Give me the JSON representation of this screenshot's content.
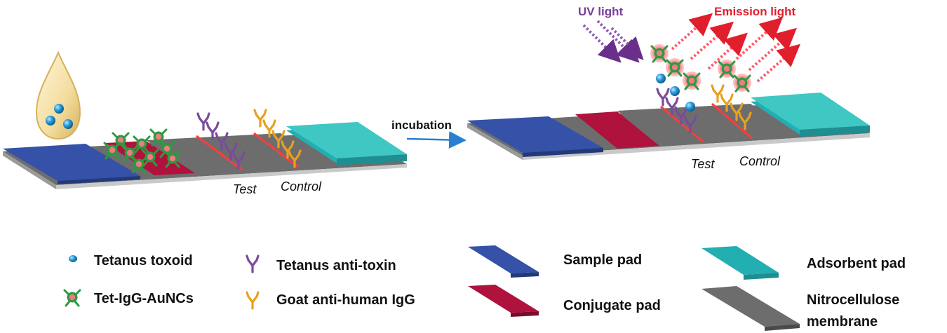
{
  "process": {
    "arrow_label": "incubation"
  },
  "strip_before": {
    "test_label": "Test",
    "control_label": "Control"
  },
  "strip_after": {
    "test_label": "Test",
    "control_label": "Control",
    "uv_label": "UV light",
    "emission_label": "Emission light"
  },
  "legend": {
    "toxoid": "Tetanus toxoid",
    "conjugate": "Tet-IgG-AuNCs",
    "antitoxin": "Tetanus anti-toxin",
    "goat_igg": "Goat anti-human IgG",
    "sample_pad": "Sample pad",
    "conjugate_pad": "Conjugate pad",
    "adsorbent_pad": "Adsorbent pad",
    "nitro_line1": "Nitrocellulose",
    "nitro_line2": "membrane"
  },
  "colors": {
    "sample_pad": "#3552a8",
    "conjugate_pad": "#b0123e",
    "adsorbent_pad": "#23aeb1",
    "nitrocellulose": "#6d6d6d",
    "uv": "#7a3d9a",
    "emission": "#e01e2c",
    "antitoxin": "#7a4b9c",
    "goat_igg": "#e8a020",
    "conjugate_green": "#2e9a3e",
    "toxoid_blue": "#2a9ad8"
  },
  "icons": {
    "droplet": "sample-droplet-icon",
    "toxoid": "toxoid-sphere-icon",
    "conjugate": "gold-nanocluster-conjugate-icon",
    "antitoxin": "antibody-y-purple-icon",
    "goat_igg": "antibody-y-orange-icon"
  }
}
